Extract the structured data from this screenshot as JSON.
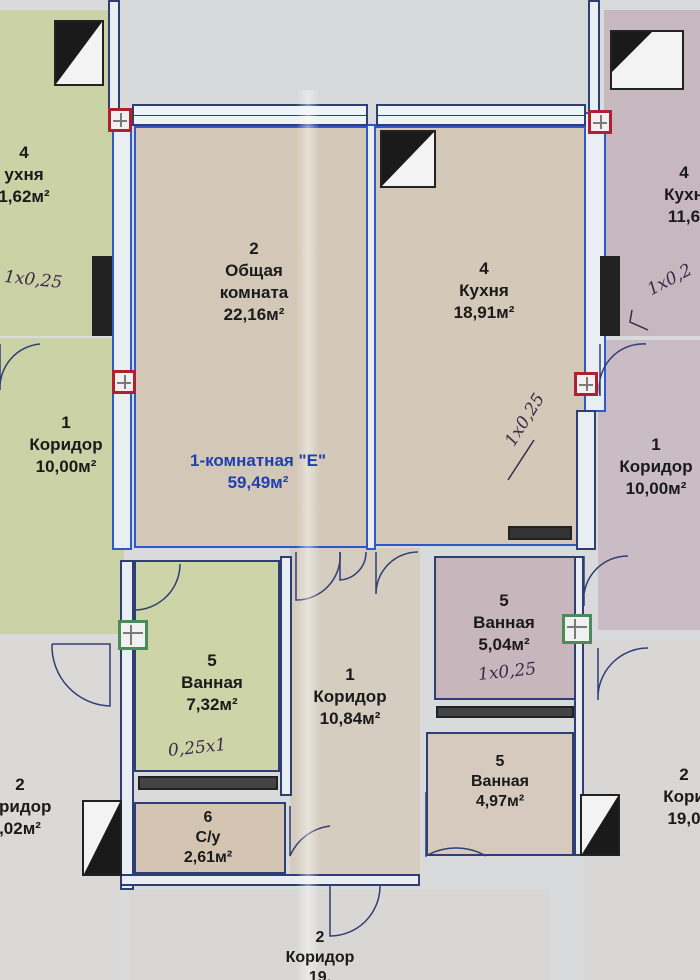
{
  "apartment": {
    "title": "1-комнатная \"E\"",
    "area": "59,49м²"
  },
  "rooms": {
    "living": {
      "num": "2",
      "line1": "Общая",
      "line2": "комната",
      "area": "22,16м²"
    },
    "kitchen": {
      "num": "4",
      "name": "Кухня",
      "area": "18,91м²"
    },
    "corridor": {
      "num": "1",
      "name": "Коридор",
      "area": "10,84м²"
    },
    "bath_left": {
      "num": "5",
      "name": "Ванная",
      "area": "7,32м²"
    },
    "bath_right_top": {
      "num": "5",
      "name": "Ванная",
      "area": "5,04м²"
    },
    "bath_right_bottom": {
      "num": "5",
      "name": "Ванная",
      "area": "4,97м²"
    },
    "wc": {
      "num": "6",
      "name": "С/у",
      "area": "2,61м²"
    }
  },
  "neighbors": {
    "left_kitchen": {
      "num": "4",
      "name": "ухня",
      "area": "1,62м²"
    },
    "left_corridor": {
      "num": "1",
      "name": "Коридор",
      "area": "10,00м²"
    },
    "left_corridor2": {
      "num": "2",
      "name": "оридор",
      "area": ",02м²"
    },
    "right_kitchen": {
      "num": "4",
      "name": "Кухн",
      "area": "11,6"
    },
    "right_corridor": {
      "num": "1",
      "name": "Коридор",
      "area": "10,00м²"
    },
    "right_corridor2": {
      "num": "2",
      "name": "Кори",
      "area": "19,0"
    },
    "bottom_corridor": {
      "num": "2",
      "name": "Коридор",
      "area": "19,"
    }
  },
  "handwritten": {
    "kitchen_vent": "1x0,25",
    "left_kitchen_vent": "1x0,25",
    "right_kitchen_vent": "1x0,2",
    "bath_left_vent": "0,25x1",
    "bath_right_vent": "1x0,25"
  },
  "colors": {
    "green_fill": "#cbd3a6",
    "beige_fill": "#d2c6b6",
    "mauve_fill": "#c7b8c0",
    "blue_wall": "#2f58c9",
    "red_marker": "#b02030",
    "green_marker": "#4d8a5a"
  }
}
